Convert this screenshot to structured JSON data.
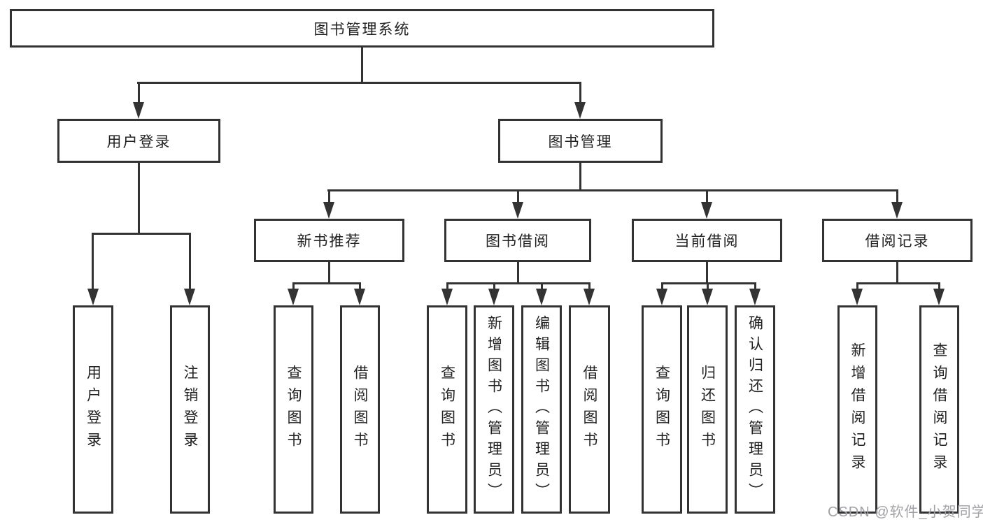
{
  "tree": {
    "label": "图书管理系统",
    "children": [
      {
        "label": "用户登录",
        "children": [
          {
            "label": "用户登录"
          },
          {
            "label": "注销登录"
          }
        ]
      },
      {
        "label": "图书管理",
        "children": [
          {
            "label": "新书推荐",
            "children": [
              {
                "label": "查询图书"
              },
              {
                "label": "借阅图书"
              }
            ]
          },
          {
            "label": "图书借阅",
            "children": [
              {
                "label": "查询图书"
              },
              {
                "label": "新增图书（管理员）"
              },
              {
                "label": "编辑图书（管理员）"
              },
              {
                "label": "借阅图书"
              }
            ]
          },
          {
            "label": "当前借阅",
            "children": [
              {
                "label": "查询图书"
              },
              {
                "label": "归还图书"
              },
              {
                "label": "确认归还（管理员）"
              }
            ]
          },
          {
            "label": "借阅记录",
            "children": [
              {
                "label": "新增借阅记录"
              },
              {
                "label": "查询借阅记录"
              }
            ]
          }
        ]
      }
    ]
  },
  "watermark": {
    "text": "CSDN @软件_小贺同学"
  },
  "colors": {
    "line": "#333333",
    "box_border": "#333333",
    "text": "#222222",
    "watermark": "#a1a1a6",
    "background": "#ffffff"
  }
}
